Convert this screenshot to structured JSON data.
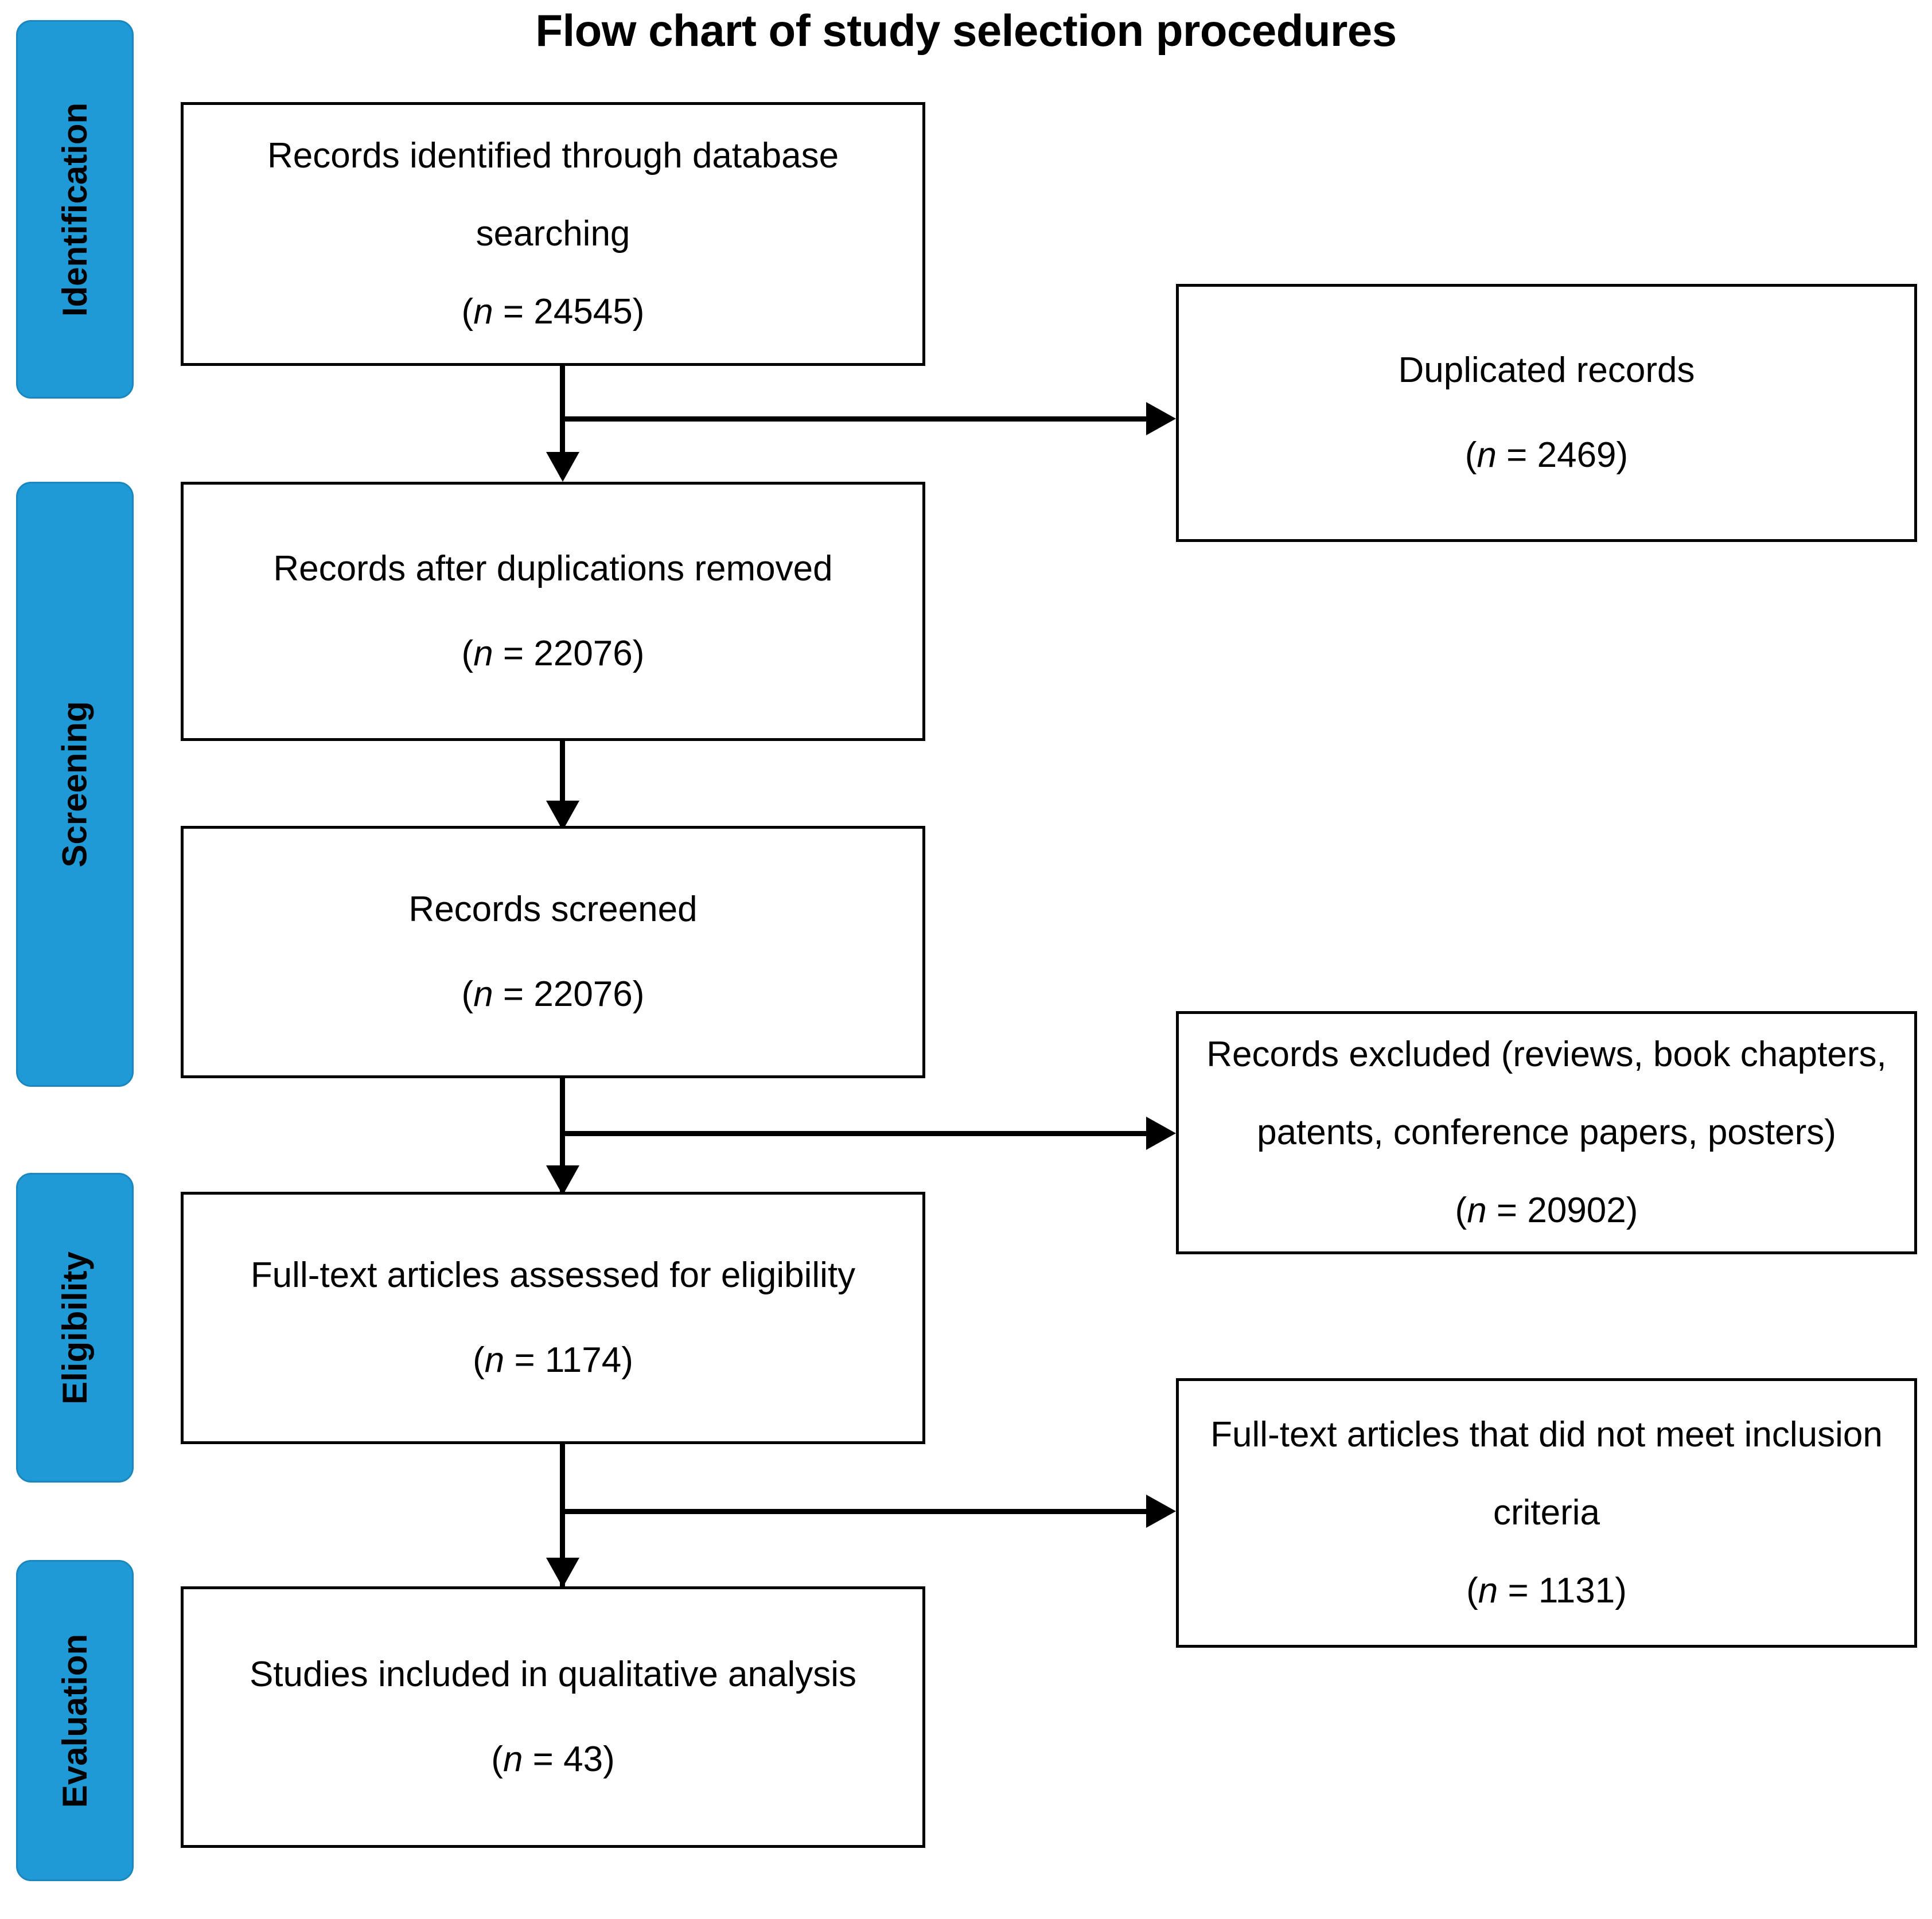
{
  "title": "Flow chart of study selection procedures",
  "stages": [
    {
      "label": "Identification"
    },
    {
      "label": "Screening"
    },
    {
      "label": "Eligibility"
    },
    {
      "label": "Evaluation"
    }
  ],
  "boxes": {
    "identified": {
      "line1": "Records identified through database",
      "line2": "searching",
      "n_open": "(",
      "n_var": "n",
      "n_eq": " = ",
      "n_val": "24545",
      "n_close": ")"
    },
    "duplicates": {
      "line1": "Duplicated records",
      "n_open": "(",
      "n_var": "n",
      "n_eq": " = ",
      "n_val": "2469",
      "n_close": ")"
    },
    "after_dedup": {
      "line1": "Records after duplications removed",
      "n_open": "(",
      "n_var": "n",
      "n_eq": " = ",
      "n_val": "22076",
      "n_close": ")"
    },
    "screened": {
      "line1": "Records screened",
      "n_open": "(",
      "n_var": "n",
      "n_eq": " = ",
      "n_val": "22076",
      "n_close": ")"
    },
    "excluded": {
      "line1": "Records excluded (reviews, book chapters,",
      "line2": "patents, conference papers, posters)",
      "n_open": "(",
      "n_var": "n",
      "n_eq": " = ",
      "n_val": "20902",
      "n_close": ")"
    },
    "fulltext": {
      "line1": "Full-text articles assessed for eligibility",
      "n_open": "(",
      "n_var": "n",
      "n_eq": " = ",
      "n_val": "1174",
      "n_close": ")"
    },
    "not_meet": {
      "line1": "Full-text articles that did not meet inclusion",
      "line2": "criteria",
      "n_open": "(",
      "n_var": "n",
      "n_eq": " = ",
      "n_val": "1131",
      "n_close": ")"
    },
    "included": {
      "line1": "Studies included in qualitative analysis",
      "n_open": "(",
      "n_var": "n",
      "n_eq": " = ",
      "n_val": "43",
      "n_close": ")"
    }
  },
  "colors": {
    "stage_fill": "#1f9ad6",
    "stage_border": "#1b87bd",
    "box_border": "#000000",
    "text": "#000000",
    "background": "#ffffff"
  },
  "chart_data": {
    "type": "diagram",
    "title": "Flow chart of study selection procedures",
    "diagram_kind": "PRISMA study selection flow chart",
    "stages": [
      "Identification",
      "Screening",
      "Eligibility",
      "Evaluation"
    ],
    "nodes": [
      {
        "id": "identified",
        "stage": "Identification",
        "column": "main",
        "label": "Records identified through database searching",
        "n": 24545
      },
      {
        "id": "duplicates",
        "stage": "Identification",
        "column": "exclusion",
        "label": "Duplicated records",
        "n": 2469
      },
      {
        "id": "after_dedup",
        "stage": "Screening",
        "column": "main",
        "label": "Records after duplications removed",
        "n": 22076
      },
      {
        "id": "screened",
        "stage": "Screening",
        "column": "main",
        "label": "Records screened",
        "n": 22076
      },
      {
        "id": "excluded",
        "stage": "Screening",
        "column": "exclusion",
        "label": "Records excluded (reviews, book chapters, patents, conference papers, posters)",
        "n": 20902
      },
      {
        "id": "fulltext",
        "stage": "Eligibility",
        "column": "main",
        "label": "Full-text articles assessed for eligibility",
        "n": 1174
      },
      {
        "id": "not_meet",
        "stage": "Eligibility",
        "column": "exclusion",
        "label": "Full-text articles that did not meet inclusion criteria",
        "n": 1131
      },
      {
        "id": "included",
        "stage": "Evaluation",
        "column": "main",
        "label": "Studies included in qualitative analysis",
        "n": 43
      }
    ],
    "edges": [
      {
        "from": "identified",
        "to": "after_dedup",
        "kind": "flow"
      },
      {
        "from": "identified",
        "to": "duplicates",
        "kind": "exclusion"
      },
      {
        "from": "after_dedup",
        "to": "screened",
        "kind": "flow"
      },
      {
        "from": "screened",
        "to": "fulltext",
        "kind": "flow"
      },
      {
        "from": "screened",
        "to": "excluded",
        "kind": "exclusion"
      },
      {
        "from": "fulltext",
        "to": "included",
        "kind": "flow"
      },
      {
        "from": "fulltext",
        "to": "not_meet",
        "kind": "exclusion"
      }
    ]
  }
}
